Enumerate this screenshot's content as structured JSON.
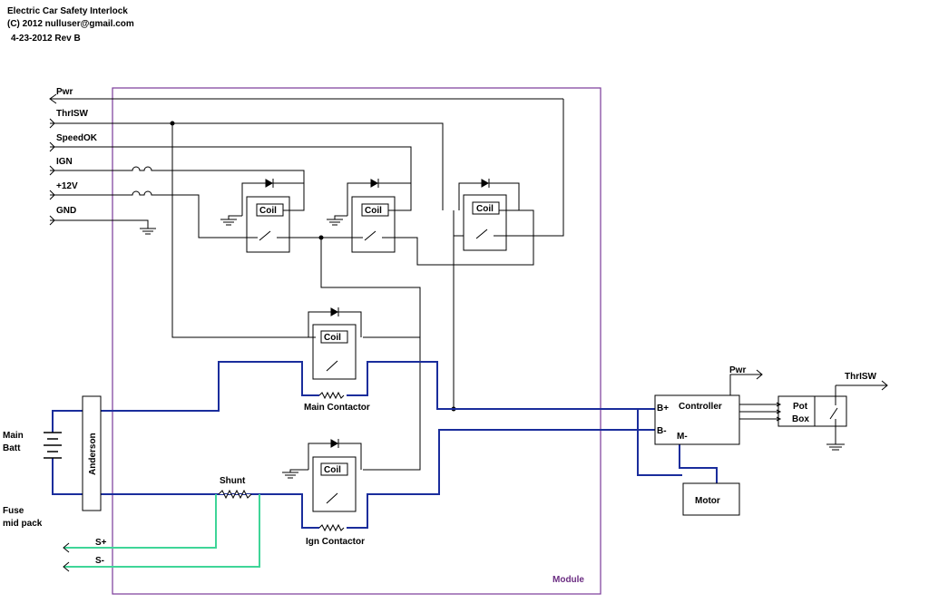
{
  "header": {
    "title": "Electric Car Safety Interlock",
    "copyright": "(C) 2012 nulluser@gmail.com",
    "revision": "4-23-2012 Rev  B"
  },
  "inputs": {
    "pwr": "Pwr",
    "thrisw": "ThrISW",
    "speedok": "SpeedOK",
    "ign": "IGN",
    "v12": "+12V",
    "gnd": "GND"
  },
  "relays": {
    "coil_label": "Coil"
  },
  "contactors": {
    "main_label": "Main Contactor",
    "ign_label": "Ign Contactor"
  },
  "battery": {
    "label_line1": "Main",
    "label_line2": "Batt",
    "fuse_line1": "Fuse",
    "fuse_line2": "mid pack"
  },
  "connector": {
    "label": "Anderson"
  },
  "shunt": {
    "label": "Shunt",
    "s_plus": "S+",
    "s_minus": "S-"
  },
  "module": {
    "label": "Module"
  },
  "controller": {
    "label": "Controller",
    "b_plus": "B+",
    "b_minus": "B-",
    "m_minus": "M-",
    "pwr": "Pwr"
  },
  "pot_box": {
    "line1": "Pot",
    "line2": "Box",
    "thrisw": "ThrISW"
  },
  "motor": {
    "label": "Motor"
  },
  "colors": {
    "logic_wire": "#000000",
    "power_wire": "#1a2d9c",
    "sense_wire": "#3fd598",
    "module_border": "#7a3a9a",
    "module_label": "#6b2d82"
  }
}
